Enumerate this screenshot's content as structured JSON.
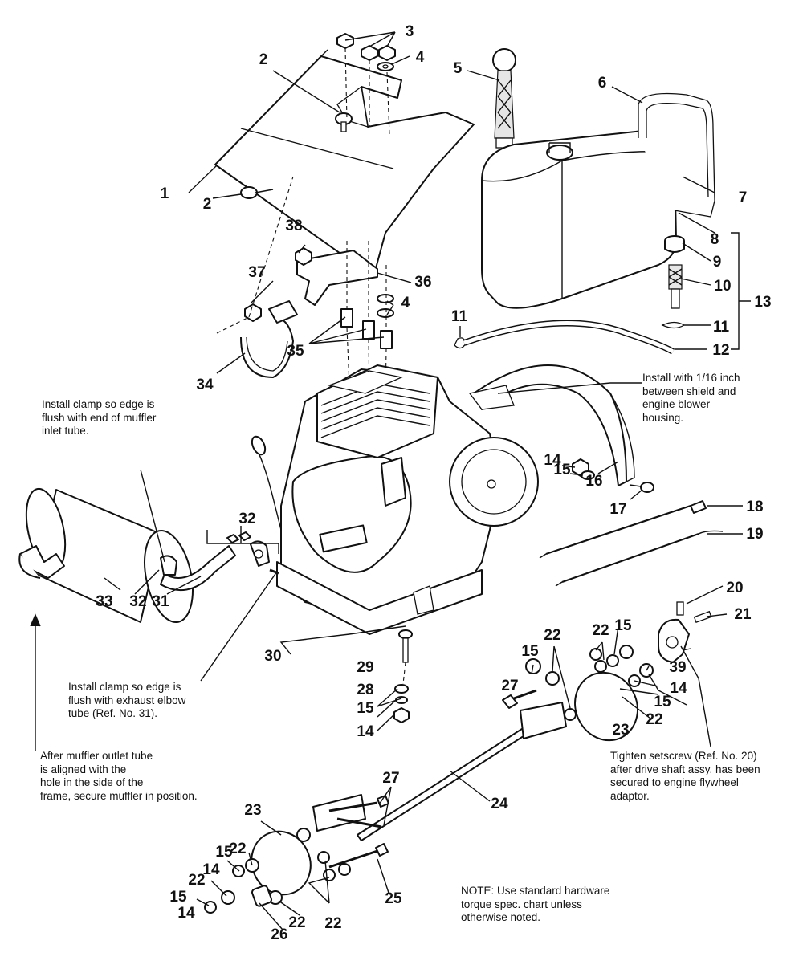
{
  "callouts": [
    {
      "id": "1",
      "label": "1"
    },
    {
      "id": "2a",
      "label": "2"
    },
    {
      "id": "2b",
      "label": "2"
    },
    {
      "id": "3",
      "label": "3"
    },
    {
      "id": "4a",
      "label": "4"
    },
    {
      "id": "4b",
      "label": "4"
    },
    {
      "id": "5",
      "label": "5"
    },
    {
      "id": "6",
      "label": "6"
    },
    {
      "id": "7",
      "label": "7"
    },
    {
      "id": "8",
      "label": "8"
    },
    {
      "id": "9",
      "label": "9"
    },
    {
      "id": "10",
      "label": "10"
    },
    {
      "id": "11a",
      "label": "11"
    },
    {
      "id": "11b",
      "label": "11"
    },
    {
      "id": "12",
      "label": "12"
    },
    {
      "id": "13",
      "label": "13"
    },
    {
      "id": "14a",
      "label": "14"
    },
    {
      "id": "14b",
      "label": "14"
    },
    {
      "id": "14c",
      "label": "14"
    },
    {
      "id": "14d",
      "label": "14"
    },
    {
      "id": "14e",
      "label": "14"
    },
    {
      "id": "15a",
      "label": "15"
    },
    {
      "id": "15b",
      "label": "15"
    },
    {
      "id": "15c",
      "label": "15"
    },
    {
      "id": "15d",
      "label": "15"
    },
    {
      "id": "15e",
      "label": "15"
    },
    {
      "id": "15f",
      "label": "15"
    },
    {
      "id": "15g",
      "label": "15"
    },
    {
      "id": "16",
      "label": "16"
    },
    {
      "id": "17",
      "label": "17"
    },
    {
      "id": "18",
      "label": "18"
    },
    {
      "id": "19",
      "label": "19"
    },
    {
      "id": "20",
      "label": "20"
    },
    {
      "id": "21",
      "label": "21"
    },
    {
      "id": "22a",
      "label": "22"
    },
    {
      "id": "22b",
      "label": "22"
    },
    {
      "id": "22c",
      "label": "22"
    },
    {
      "id": "22d",
      "label": "22"
    },
    {
      "id": "22e",
      "label": "22"
    },
    {
      "id": "22f",
      "label": "22"
    },
    {
      "id": "22g",
      "label": "22"
    },
    {
      "id": "23a",
      "label": "23"
    },
    {
      "id": "23b",
      "label": "23"
    },
    {
      "id": "24",
      "label": "24"
    },
    {
      "id": "25",
      "label": "25"
    },
    {
      "id": "26",
      "label": "26"
    },
    {
      "id": "27a",
      "label": "27"
    },
    {
      "id": "27b",
      "label": "27"
    },
    {
      "id": "28",
      "label": "28"
    },
    {
      "id": "29",
      "label": "29"
    },
    {
      "id": "30",
      "label": "30"
    },
    {
      "id": "31",
      "label": "31"
    },
    {
      "id": "32a",
      "label": "32"
    },
    {
      "id": "32b",
      "label": "32"
    },
    {
      "id": "33",
      "label": "33"
    },
    {
      "id": "34",
      "label": "34"
    },
    {
      "id": "35",
      "label": "35"
    },
    {
      "id": "36",
      "label": "36"
    },
    {
      "id": "37",
      "label": "37"
    },
    {
      "id": "38",
      "label": "38"
    },
    {
      "id": "39",
      "label": "39"
    }
  ],
  "notes": {
    "muffler_inlet": [
      "Install clamp so edge is",
      "flush with end of muffler",
      "inlet tube."
    ],
    "shield": [
      "Install with 1/16 inch",
      "between shield and",
      "engine blower",
      "housing."
    ],
    "exhaust_elbow": [
      "Install clamp so edge is",
      "flush with exhaust elbow",
      "tube (Ref. No. 31)."
    ],
    "muffler_outlet": [
      "After muffler outlet tube",
      "is aligned with the",
      "hole in the side of the",
      "frame, secure muffler in position."
    ],
    "setscrew": [
      "Tighten setscrew (Ref. No. 20)",
      "after drive shaft assy. has been",
      "secured to engine flywheel",
      "adaptor."
    ],
    "hardware": [
      "NOTE: Use standard hardware",
      "torque spec. chart unless",
      "otherwise noted."
    ]
  }
}
